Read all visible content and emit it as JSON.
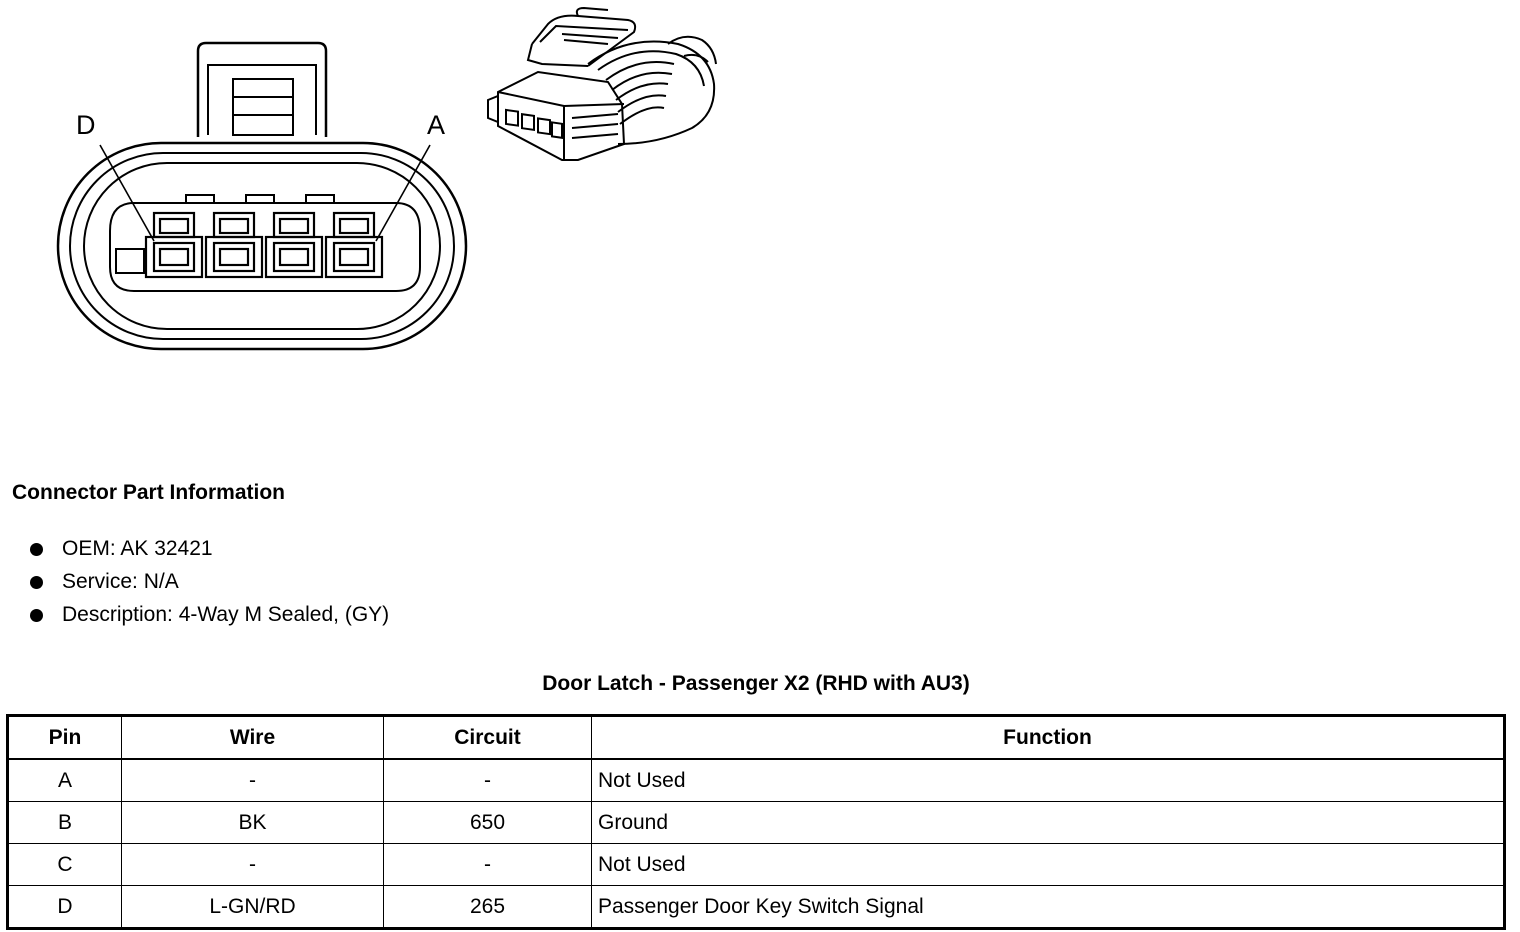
{
  "diagram": {
    "pin_label_left": "D",
    "pin_label_right": "A"
  },
  "part_info": {
    "heading": "Connector Part Information",
    "items": [
      "OEM: AK 32421",
      "Service: N/A",
      "Description: 4-Way M Sealed, (GY)"
    ]
  },
  "table": {
    "title": "Door Latch - Passenger X2 (RHD with AU3)",
    "headers": [
      "Pin",
      "Wire",
      "Circuit",
      "Function"
    ],
    "rows": [
      [
        "A",
        "-",
        "-",
        "Not Used"
      ],
      [
        "B",
        "BK",
        "650",
        "Ground"
      ],
      [
        "C",
        "-",
        "-",
        "Not Used"
      ],
      [
        "D",
        "L-GN/RD",
        "265",
        "Passenger Door Key Switch Signal"
      ]
    ]
  }
}
